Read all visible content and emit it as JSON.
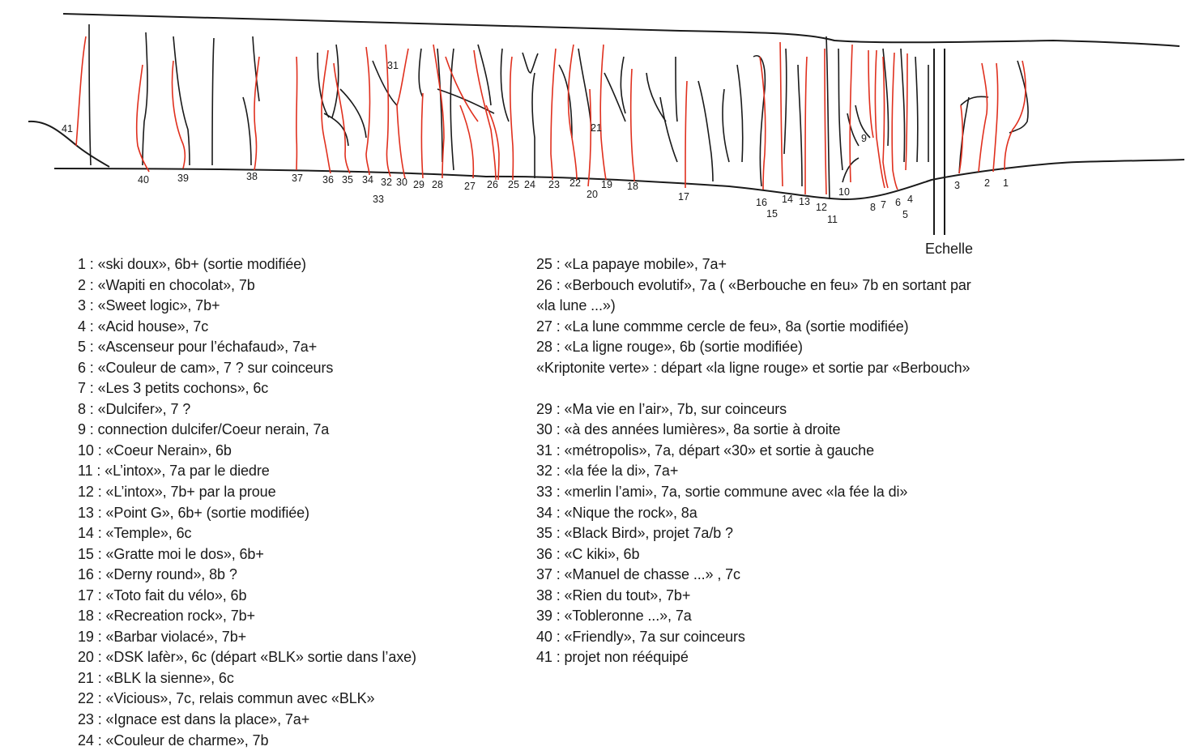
{
  "topo": {
    "echelle_label": "Echelle",
    "route_numbers": [
      "41",
      "40",
      "39",
      "38",
      "37",
      "36",
      "35",
      "34",
      "33",
      "32",
      "31",
      "30",
      "29",
      "28",
      "27",
      "26",
      "25",
      "24",
      "23",
      "22",
      "21",
      "20",
      "19",
      "18",
      "17",
      "16",
      "15",
      "14",
      "13",
      "12",
      "11",
      "10",
      "9",
      "8",
      "7",
      "6",
      "5",
      "4",
      "3",
      "2",
      "1"
    ],
    "colors": {
      "route_line": "#e0301e",
      "rock_line": "#1a1a1a"
    }
  },
  "legend": {
    "column1": [
      "1 : «ski doux», 6b+ (sortie modifiée)",
      "2 : «Wapiti en chocolat», 7b",
      "3 : «Sweet logic», 7b+",
      "4 : «Acid house», 7c",
      "5 : «Ascenseur pour l’échafaud», 7a+",
      "6 : «Couleur de cam», 7 ? sur coinceurs",
      "7 : «Les 3 petits cochons», 6c",
      "8 : «Dulcifer», 7 ?",
      "9 : connection dulcifer/Coeur nerain, 7a",
      "10 : «Coeur Nerain», 6b",
      "11 : «L’intox», 7a par le diedre",
      "12 : «L’intox», 7b+ par la proue",
      "13 : «Point G», 6b+ (sortie modifiée)",
      "14 : «Temple», 6c",
      "15 : «Gratte moi le dos», 6b+",
      "16 : «Derny round», 8b ?",
      "17 : «Toto fait du vélo», 6b",
      "18 : «Recreation rock», 7b+",
      "19 : «Barbar violacé», 7b+",
      "20 : «DSK lafèr», 6c (départ «BLK» sortie dans l’axe)",
      "21 : «BLK la sienne», 6c",
      "22 : «Vicious», 7c, relais commun avec «BLK»",
      "23 : «Ignace est dans la place», 7a+",
      "24 : «Couleur de charme», 7b"
    ],
    "column2": [
      "25 : «La papaye mobile», 7a+",
      "26 : «Berbouch evolutif», 7a ( «Berbouche en feu» 7b en sortant par",
      "«la lune ...»)",
      "27 : «La lune commme cercle de feu», 8a (sortie modifiée)",
      "28 : «La ligne rouge», 6b (sortie modifiée)",
      "«Kriptonite verte» : départ «la ligne rouge» et sortie par «Berbouch»",
      "",
      "29 : «Ma vie en l’air», 7b, sur coinceurs",
      "30 : «à des années lumières», 8a sortie à droite",
      "31 : «métropolis», 7a, départ «30» et sortie à gauche",
      "32 : «la fée la di», 7a+",
      "33 : «merlin l’ami», 7a, sortie commune avec «la fée la di»",
      "34 : «Nique the rock», 8a",
      "35 : «Black Bird», projet 7a/b ?",
      "36 : «C kiki», 6b",
      "37 : «Manuel de chasse ...» , 7c",
      "38 : «Rien du tout», 7b+",
      "39 : «Tobleronne ...», 7a",
      "40 : «Friendly», 7a sur coinceurs",
      "41 : projet non rééquipé"
    ]
  }
}
